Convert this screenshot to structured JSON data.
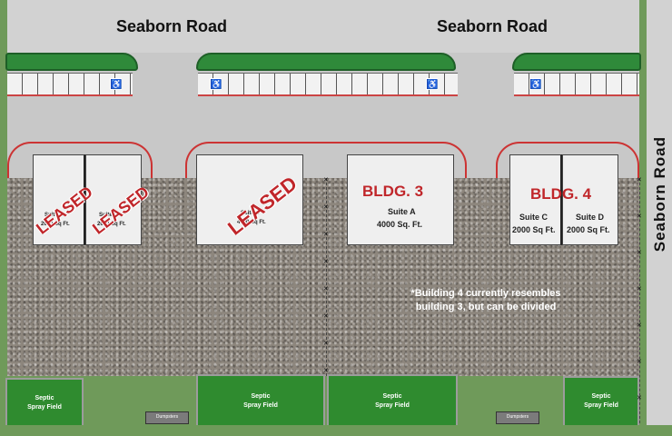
{
  "roads": {
    "top_left": "Seaborn Road",
    "top_right": "Seaborn Road",
    "right": "Seaborn Road"
  },
  "buildings": {
    "bldg1": {
      "suite_a": "Suite A",
      "suite_a_size": "2000 Sq Ft.",
      "suite_b": "Suite B",
      "suite_b_size": "2000 Sq Ft.",
      "status_a": "LEASED",
      "status_b": "LEASED"
    },
    "bldg2": {
      "suite_c": "Suite C",
      "suite_c_size": "4000 Sq Ft.",
      "status": "LEASED"
    },
    "bldg3": {
      "name": "BLDG. 3",
      "suite_a": "Suite A",
      "suite_a_size": "4000 Sq. Ft."
    },
    "bldg4": {
      "name": "BLDG. 4",
      "suite_c": "Suite C",
      "suite_c_size": "2000 Sq Ft.",
      "suite_d": "Suite D",
      "suite_d_size": "2000 Sq Ft."
    }
  },
  "note": {
    "line1": "*Building 4 currently resembles",
    "line2": "building 3, but can be divided"
  },
  "septic": {
    "label_1": "Septic",
    "label_2": "Spray Field"
  },
  "dumpsters": {
    "label": "Dumpsters"
  },
  "icons": {
    "handicap": "accessible-parking-icon",
    "fence": "fence-post-icon"
  },
  "colors": {
    "leased": "#c0262a",
    "planter": "#2f8a3a",
    "septic": "#2f8b2f",
    "grass": "#6f9a5a"
  }
}
